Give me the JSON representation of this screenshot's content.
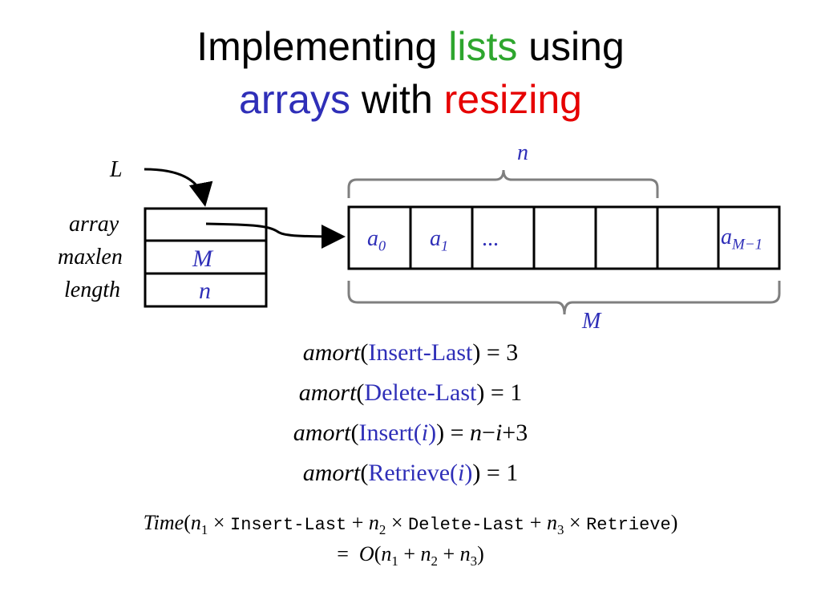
{
  "title": {
    "line1_a": "Implementing ",
    "line1_b": "lists",
    "line1_c": " using",
    "line2_a": "arrays",
    "line2_b": " with ",
    "line2_c": "resizing"
  },
  "pointer_label": "L",
  "fields": {
    "array": "array",
    "maxlen": "maxlen",
    "length": "length",
    "maxlen_value": "M",
    "length_value": "n"
  },
  "array_cells": {
    "a0_base": "a",
    "a0_sub": "0",
    "a1_base": "a",
    "a1_sub": "1",
    "ellipsis": "...",
    "last_base": "a",
    "last_sub": "M−1"
  },
  "braces": {
    "top": "n",
    "bottom": "M"
  },
  "costs": [
    {
      "fn": "amort",
      "op": "Insert-Last",
      "arg": "",
      "rhs": " = 3"
    },
    {
      "fn": "amort",
      "op": "Delete-Last",
      "arg": "",
      "rhs": " = 1"
    },
    {
      "fn": "amort",
      "op": "Insert(",
      "arg": "i",
      "rhs_a": ") = ",
      "rhs_n": "n",
      "rhs_m": "−",
      "rhs_i": "i",
      "rhs_b": "+3"
    },
    {
      "fn": "amort",
      "op": "Retrieve(",
      "arg": "i",
      "rhs": " = 1"
    }
  ],
  "time_formula": {
    "fn": "Time",
    "n1": "n",
    "s1": "1",
    "op1": "Insert-Last",
    "n2": "n",
    "s2": "2",
    "op2": "Delete-Last",
    "n3": "n",
    "s3": "3",
    "op3": "Retrieve",
    "big_o": "O"
  },
  "colors": {
    "green": "#2ea62e",
    "blue": "#2f2fb8",
    "red": "#e60000"
  }
}
